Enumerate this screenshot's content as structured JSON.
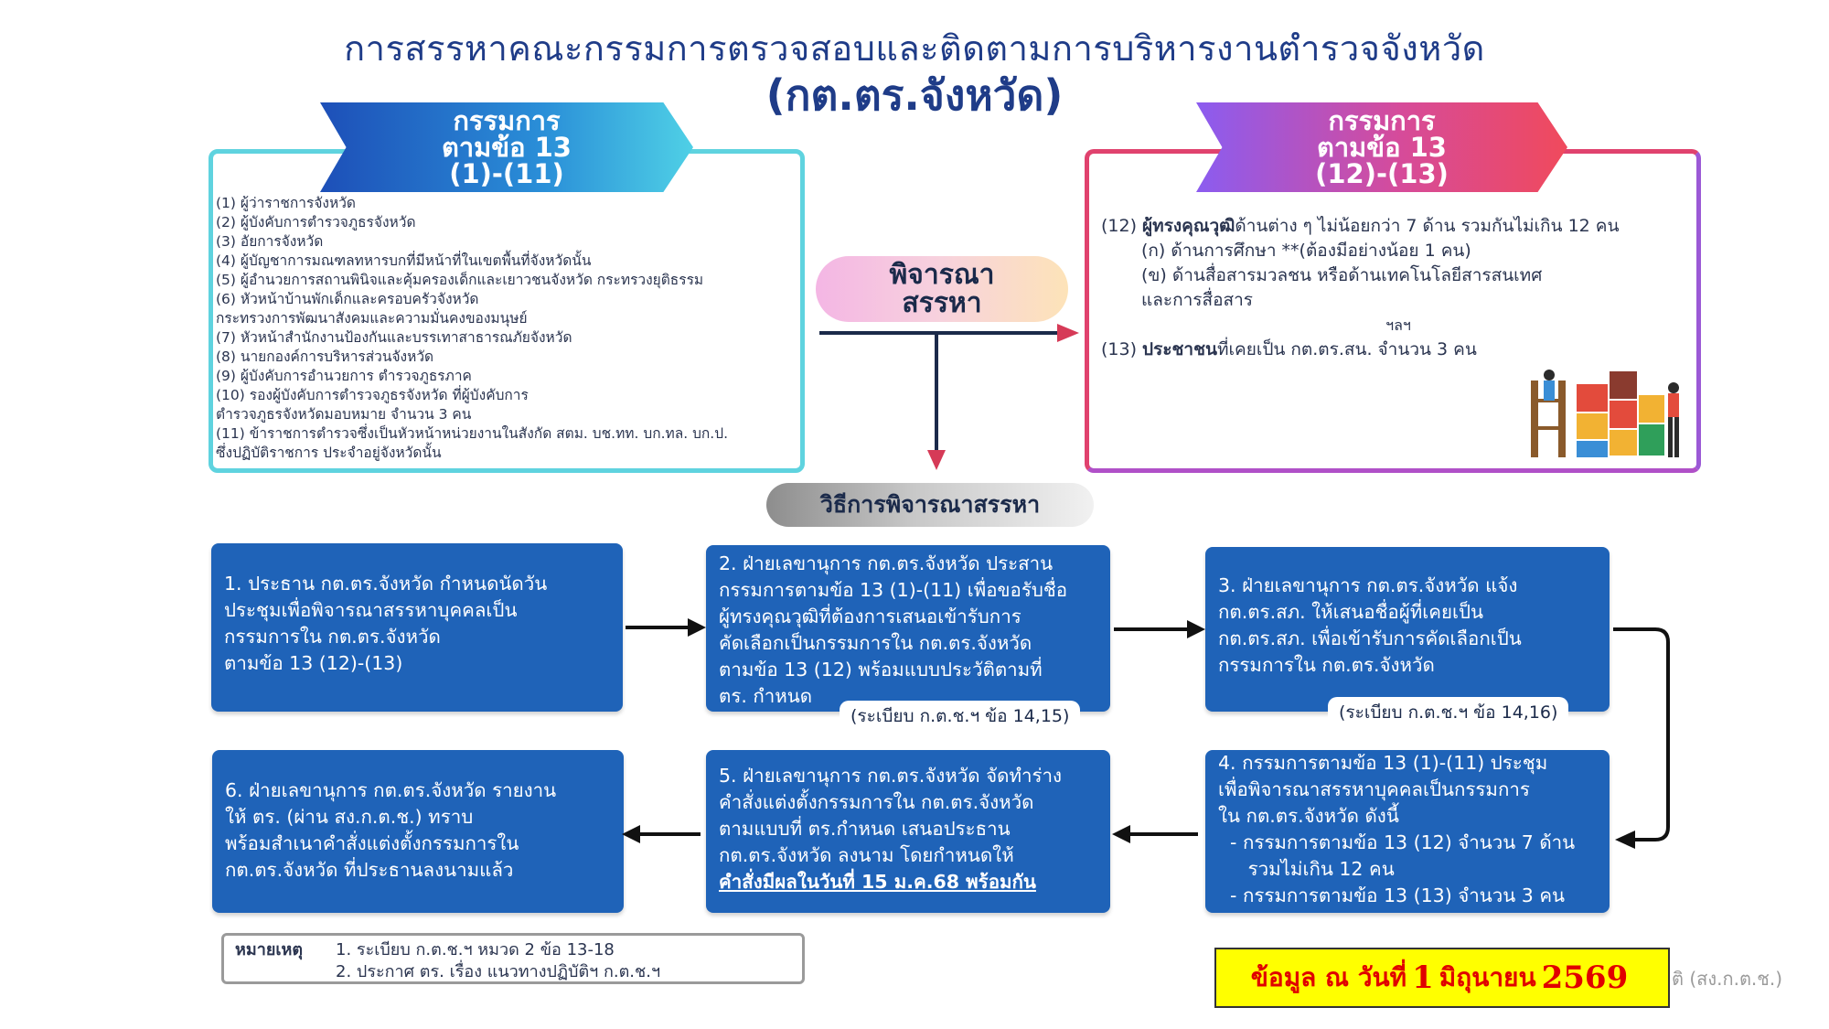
{
  "title": "การสรรหาคณะกรรมการตรวจสอบและติดตามการบริหารงานตำรวจจังหวัด",
  "subtitle": "(กต.ตร.จังหวัด)",
  "left_ribbon": {
    "line1": "กรรมการ",
    "line2": "ตามข้อ 13",
    "line3": "(1)-(11)"
  },
  "right_ribbon": {
    "line1": "กรรมการ",
    "line2": "ตามข้อ 13",
    "line3": "(12)-(13)"
  },
  "left_list": [
    "(1) ผู้ว่าราชการจังหวัด",
    "(2) ผู้บังคับการตำรวจภูธรจังหวัด",
    "(3) อัยการจังหวัด",
    "(4) ผู้บัญชาการมณฑลทหารบกที่มีหน้าที่ในเขตพื้นที่จังหวัดนั้น",
    "(5) ผู้อำนวยการสถานพินิจและคุ้มครองเด็กและเยาวชนจังหวัด กระทรวงยุติธรรม",
    "(6) หัวหน้าบ้านพักเด็กและครอบครัวจังหวัด",
    "กระทรวงการพัฒนาสังคมและความมั่นคงของมนุษย์",
    "(7) หัวหน้าสำนักงานป้องกันและบรรเทาสาธารณภัยจังหวัด",
    "(8) นายกองค์การบริหารส่วนจังหวัด",
    "(9) ผู้บังคับการอำนวยการ ตำรวจภูธรภาค",
    "(10) รองผู้บังคับการตำรวจภูธรจังหวัด ที่ผู้บังคับการ",
    "ตำรวจภูธรจังหวัดมอบหมาย จำนวน 3 คน",
    "(11) ข้าราชการตำรวจซึ่งเป็นหัวหน้าหน่วยงานในสังกัด สตม. บช.ทท. บก.ทล. บก.ป.",
    "ซึ่งปฏิบัติราชการ ประจำอยู่จังหวัดนั้น"
  ],
  "right_list": {
    "item12_prefix": "(12) ",
    "item12_bold": "ผู้ทรงคุณวุฒิ",
    "item12_rest": "ด้านต่าง ๆ ไม่น้อยกว่า 7 ด้าน รวมกันไม่เกิน 12 คน",
    "sub_a": "(ก) ด้านการศึกษา **(ต้องมีอย่างน้อย 1 คน)",
    "sub_b1": "(ข) ด้านสื่อสารมวลชน หรือด้านเทคโนโลยีสารสนเทศ",
    "sub_b2": "และการสื่อสาร",
    "etc": "ฯลฯ",
    "item13_prefix": "(13) ",
    "item13_bold": "ประชาชน",
    "item13_rest": "ที่เคยเป็น กต.ตร.สน. จำนวน 3 คน"
  },
  "consider_pill": {
    "line1": "พิจารณา",
    "line2": "สรรหา"
  },
  "method_pill": "วิธีการพิจารณาสรรหา",
  "steps": {
    "s1": [
      "1. ประธาน กต.ตร.จังหวัด กำหนดนัดวัน",
      "ประชุมเพื่อพิจารณาสรรหาบุคคลเป็น",
      "กรรมการใน กต.ตร.จังหวัด",
      "ตามข้อ 13 (12)-(13)"
    ],
    "s2": [
      "2. ฝ่ายเลขานุการ กต.ตร.จังหวัด ประสาน",
      "กรรมการตามข้อ 13 (1)-(11) เพื่อขอรับชื่อ",
      "ผู้ทรงคุณวุฒิที่ต้องการเสนอเข้ารับการ",
      "คัดเลือกเป็นกรรมการใน กต.ตร.จังหวัด",
      "ตามข้อ 13 (12) พร้อมแบบประวัติตามที่",
      "ตร. กำหนด"
    ],
    "s2_reg": "(ระเบียบ ก.ต.ช.ฯ ข้อ 14,15)",
    "s3": [
      "3. ฝ่ายเลขานุการ กต.ตร.จังหวัด แจ้ง",
      "กต.ตร.สภ. ให้เสนอชื่อผู้ที่เคยเป็น",
      "กต.ตร.สภ. เพื่อเข้ารับการคัดเลือกเป็น",
      "กรรมการใน กต.ตร.จังหวัด"
    ],
    "s3_reg": "(ระเบียบ ก.ต.ช.ฯ ข้อ 14,16)",
    "s4": [
      "4. กรรมการตามข้อ 13 (1)-(11) ประชุม",
      "เพื่อพิจารณาสรรหาบุคคลเป็นกรรมการ",
      "ใน กต.ตร.จังหวัด ดังนี้",
      "  - กรรมการตามข้อ 13 (12) จำนวน 7 ด้าน",
      "     รวมไม่เกิน 12 คน",
      "  - กรรมการตามข้อ 13 (13) จำนวน 3 คน"
    ],
    "s5": [
      "5. ฝ่ายเลขานุการ กต.ตร.จังหวัด จัดทำร่าง",
      "คำสั่งแต่งตั้งกรรมการใน กต.ตร.จังหวัด",
      "ตามแบบที่ ตร.กำหนด เสนอประธาน",
      "กต.ตร.จังหวัด ลงนาม โดยกำหนดให้"
    ],
    "s5_underline": "คำสั่งมีผลในวันที่ 15 ม.ค.68 พร้อมกัน",
    "s6": [
      "6. ฝ่ายเลขานุการ กต.ตร.จังหวัด รายงาน",
      "ให้ ตร. (ผ่าน สง.ก.ต.ช.) ทราบ",
      "พร้อมสำเนาคำสั่งแต่งตั้งกรรมการใน",
      "กต.ตร.จังหวัด ที่ประธานลงนามแล้ว"
    ]
  },
  "note": {
    "label": "หมายเหตุ",
    "line1": "1. ระเบียบ ก.ต.ช.ฯ หมวด 2 ข้อ 13-18",
    "line2": "2. ประกาศ ตร. เรื่อง แนวทางปฏิบัติฯ ก.ต.ช.ฯ"
  },
  "date_box": {
    "prefix": "ข้อมูล ณ วันที่",
    "day": "1",
    "month": "มิถุนายน",
    "year": "2569"
  },
  "faded_text": "ติ (สง.ก.ต.ช.)",
  "colors": {
    "title": "#1f3c88",
    "step_box": "#1f63b8",
    "date_bg": "#ffff00",
    "date_text": "#e00000",
    "arrow_red": "#d63a57"
  }
}
